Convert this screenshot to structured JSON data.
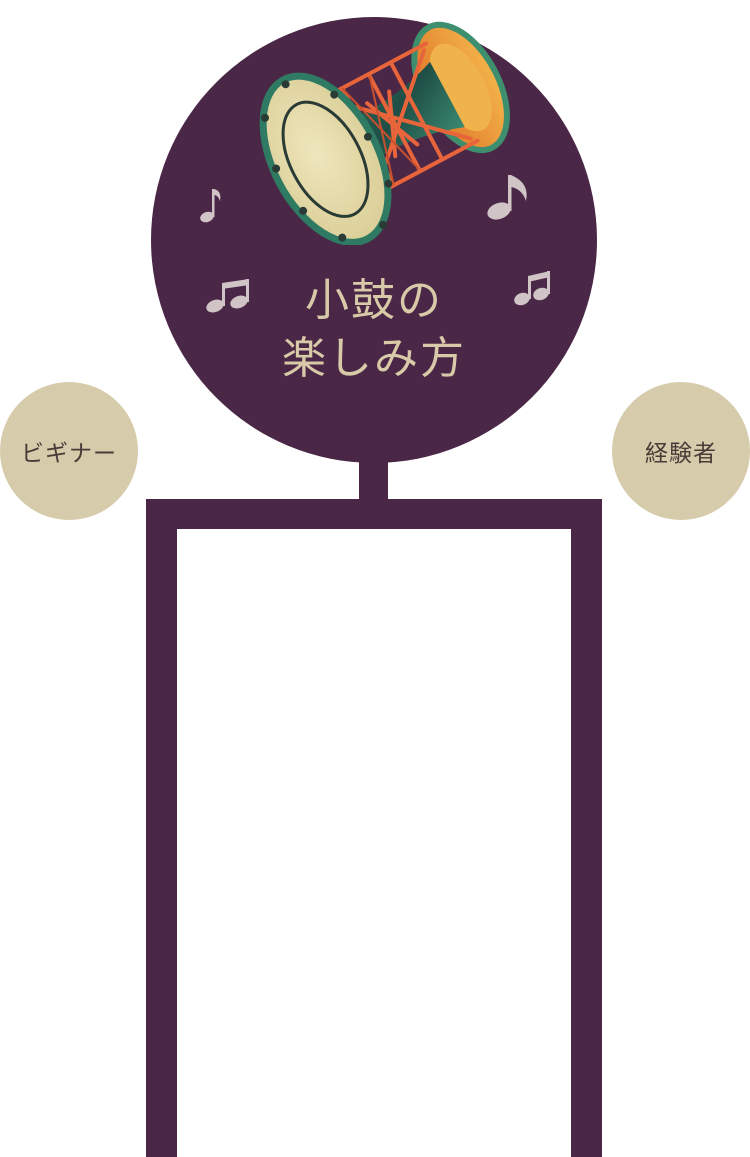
{
  "title": {
    "line1": "小鼓の",
    "line2": "楽しみ方"
  },
  "branches": {
    "left": "ビギナー",
    "right": "経験者"
  },
  "colors": {
    "primary": "#4a2746",
    "accent": "#d6ccab",
    "title_text": "#d8c9a8",
    "label_text": "#4a3a38",
    "note": "#d0c4c6"
  },
  "icons": {
    "drum": "tsuzumi-drum-icon",
    "notes": [
      "eighth-note-icon",
      "beamed-notes-icon"
    ]
  }
}
